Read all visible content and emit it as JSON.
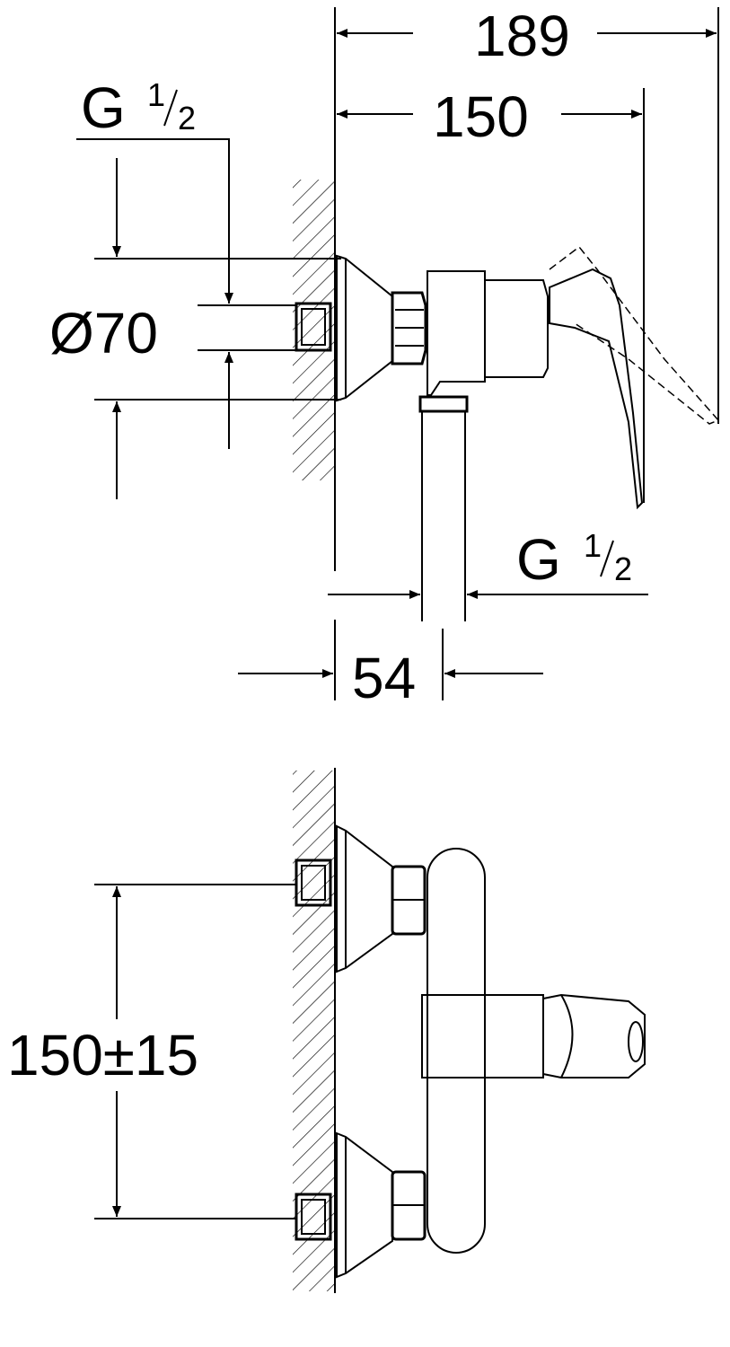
{
  "dimensions": {
    "overall_depth": "189",
    "lever_depth": "150",
    "inlet_thread_label": "G",
    "inlet_thread_num": "1",
    "inlet_thread_den": "2",
    "flange_diameter": "Ø70",
    "outlet_thread_label": "G",
    "outlet_thread_num": "1",
    "outlet_thread_den": "2",
    "outlet_offset": "54",
    "inlet_spacing": "150±15"
  }
}
